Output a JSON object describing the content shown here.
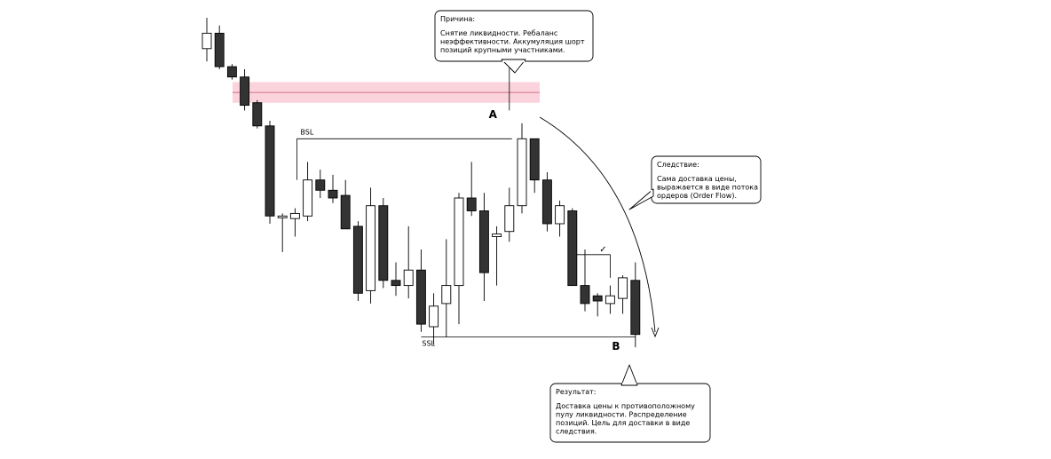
{
  "chart_data": {
    "type": "candlestick",
    "title": "",
    "xlabel": "",
    "ylabel": "",
    "ylim": [
      0,
      100
    ],
    "grid": false,
    "candles": [
      {
        "o": 88,
        "h": 100,
        "l": 83,
        "c": 94
      },
      {
        "o": 94,
        "h": 97,
        "l": 80,
        "c": 81
      },
      {
        "o": 81,
        "h": 82,
        "l": 76,
        "c": 77
      },
      {
        "o": 77,
        "h": 80,
        "l": 64,
        "c": 66
      },
      {
        "o": 67,
        "h": 68,
        "l": 57,
        "c": 58
      },
      {
        "o": 58,
        "h": 60,
        "l": 20,
        "c": 23
      },
      {
        "o": 23,
        "h": 24,
        "l": 9,
        "c": 23
      },
      {
        "o": 22,
        "h": 26,
        "l": 15,
        "c": 24
      },
      {
        "o": 23,
        "h": 44,
        "l": 21,
        "c": 37
      },
      {
        "o": 37,
        "h": 41,
        "l": 30,
        "c": 33
      },
      {
        "o": 33,
        "h": 39,
        "l": 28,
        "c": 30
      },
      {
        "o": 31,
        "h": 37,
        "l": 20,
        "c": 18
      },
      {
        "o": 19,
        "h": 21,
        "l": -10,
        "c": -7
      },
      {
        "o": -6,
        "h": 34,
        "l": -11,
        "c": 27
      },
      {
        "o": 27,
        "h": 30,
        "l": -5,
        "c": -2
      },
      {
        "o": -2,
        "h": 5,
        "l": -8,
        "c": -4
      },
      {
        "o": -4,
        "h": 19,
        "l": -9,
        "c": 2
      },
      {
        "o": 2,
        "h": 10,
        "l": -22,
        "c": -19
      },
      {
        "o": -20,
        "h": -7,
        "l": -27,
        "c": -12
      },
      {
        "o": -11,
        "h": 14,
        "l": -24,
        "c": -4
      },
      {
        "o": -4,
        "h": 32,
        "l": -19,
        "c": 30
      },
      {
        "o": 30,
        "h": 44,
        "l": 23,
        "c": 25
      },
      {
        "o": 25,
        "h": 32,
        "l": -10,
        "c": 1
      },
      {
        "o": 15,
        "h": 19,
        "l": -4,
        "c": 16
      },
      {
        "o": 17,
        "h": 34,
        "l": 13,
        "c": 27
      },
      {
        "o": 27,
        "h": 59,
        "l": 24,
        "c": 53
      },
      {
        "o": 53,
        "h": 52,
        "l": 32,
        "c": 37
      },
      {
        "o": 37,
        "h": 40,
        "l": 17,
        "c": 20
      },
      {
        "o": 20,
        "h": 29,
        "l": 15,
        "c": 27
      },
      {
        "o": 25,
        "h": 26,
        "l": -2,
        "c": -4
      },
      {
        "o": -4,
        "h": 10,
        "l": -14,
        "c": -11
      },
      {
        "o": -8,
        "h": -7,
        "l": -16,
        "c": -10
      },
      {
        "o": -11,
        "h": -4,
        "l": -15,
        "c": -8
      },
      {
        "o": -9,
        "h": 0,
        "l": -15,
        "c": -1
      },
      {
        "o": -2,
        "h": 5,
        "l": -28,
        "c": -23
      }
    ],
    "annotations": {
      "label_a": "A",
      "label_b": "B",
      "bsl": "BSL",
      "ssl": "SSL",
      "check": "✓"
    },
    "levels": {
      "zone_top": 75,
      "zone_bottom": 67,
      "zone_mid": 71,
      "bsl": 53,
      "ssl": -24,
      "check": 8
    }
  },
  "callouts": {
    "cause": {
      "title": "Причина:",
      "lines": [
        "Снятие ликвидности. Ребаланс",
        "неэффективности. Аккумуляция шорт",
        "позиций крупными участниками."
      ]
    },
    "effect": {
      "title": "Следствие:",
      "lines": [
        "Сама доставка цены,",
        "выражается в виде потока",
        "ордеров (Order Flow)."
      ]
    },
    "result": {
      "title": "Результат:",
      "lines": [
        "Доставка цены к противоположному",
        "пулу ликвидности. Распределение",
        "позиций. Цель для доставки в виде",
        "следствия."
      ]
    }
  },
  "colors": {
    "bear": "#333333",
    "bull": "#ffffff",
    "outline": "#000000",
    "zone": "#fbd3dc",
    "zone_line": "#c0506e"
  }
}
